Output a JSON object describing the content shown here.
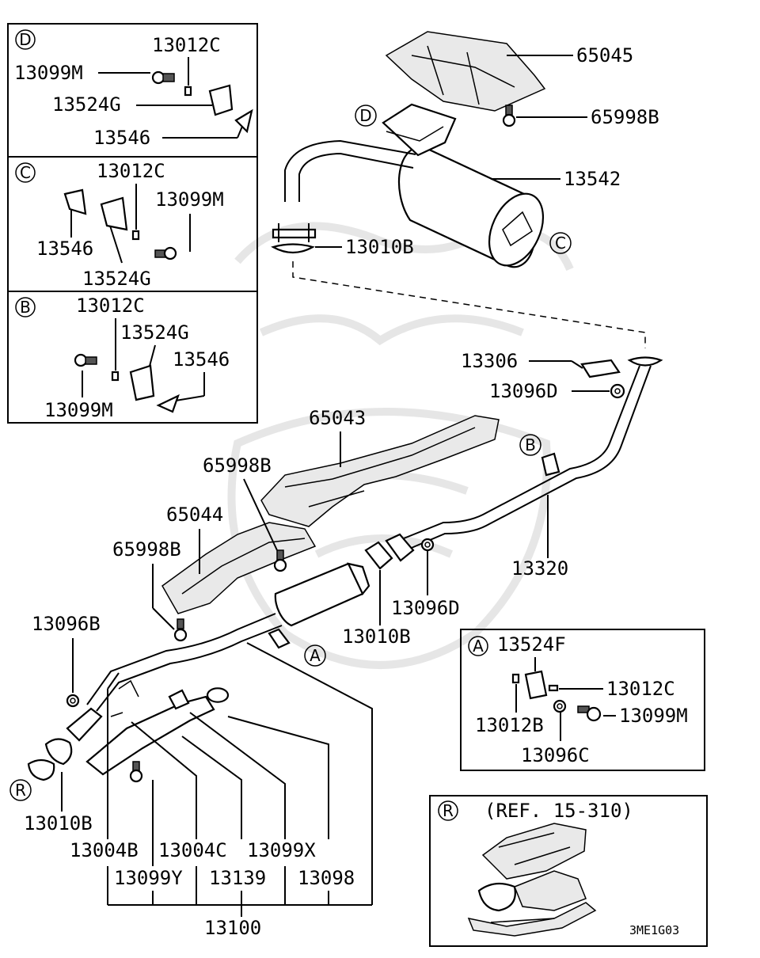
{
  "diagram_code": "3ME1G03",
  "reference_box": {
    "letter": "R",
    "text": "(REF. 15-310)"
  },
  "detail_d": {
    "letter": "D",
    "labels": [
      "13012C",
      "13099M",
      "13524G",
      "13546"
    ]
  },
  "detail_c": {
    "letter": "C",
    "labels": [
      "13012C",
      "13099M",
      "13546",
      "13524G"
    ]
  },
  "detail_b": {
    "letter": "B",
    "labels": [
      "13012C",
      "13524G",
      "13546",
      "13099M"
    ]
  },
  "detail_a": {
    "letter": "A",
    "labels": [
      "13524F",
      "13012C",
      "13099M",
      "13012B",
      "13096C"
    ]
  },
  "main_labels": {
    "p65045": "65045",
    "p65998b_top": "65998B",
    "p13542": "13542",
    "p13010b_top": "13010B",
    "p13306": "13306",
    "p13096d_top": "13096D",
    "p65043": "65043",
    "p65998b_mid": "65998B",
    "p65044": "65044",
    "p65998b_low": "65998B",
    "p13320": "13320",
    "p13096d_low": "13096D",
    "p13010b_mid": "13010B",
    "p13096b": "13096B",
    "p13010b_low": "13010B",
    "p13004b": "13004B",
    "p13004c": "13004C",
    "p13099x": "13099X",
    "p13099y": "13099Y",
    "p13139": "13139",
    "p13098": "13098",
    "p13100": "13100"
  },
  "callouts": {
    "d_main": "D",
    "c_main": "C",
    "b_main": "B",
    "a_main": "A",
    "r_main": "R"
  }
}
